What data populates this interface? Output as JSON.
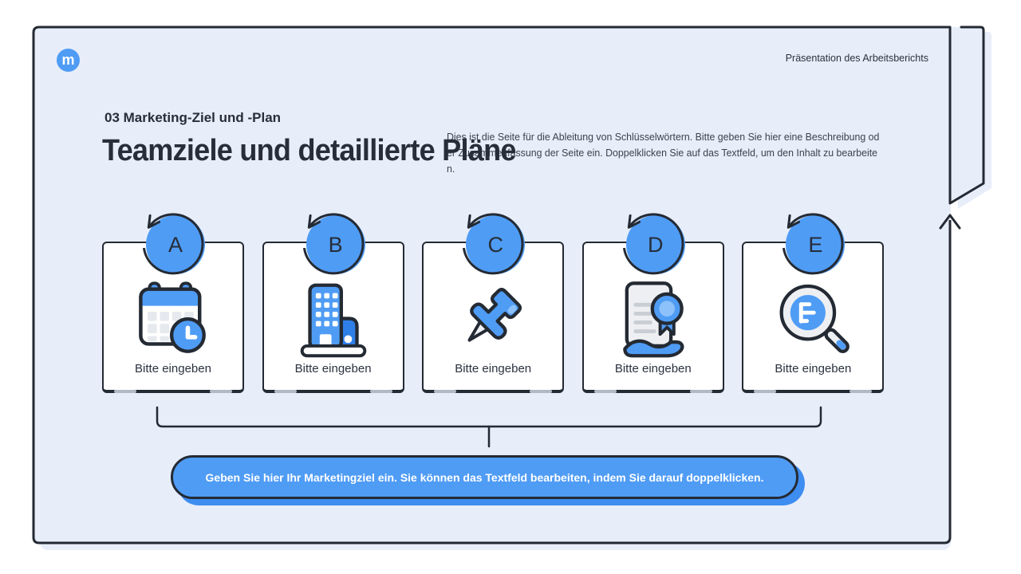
{
  "brand": {
    "letter": "m"
  },
  "header": {
    "right_text": "Präsentation des Arbeitsberichts"
  },
  "heading": {
    "kicker": "03 Marketing-Ziel und -Plan",
    "title": "Teamziele und detaillierte Pläne"
  },
  "description": {
    "full_text": "Dies ist die Seite für die Ableitung von Schlüsselwörtern. Bitte geben Sie hier eine Beschreibung oder Zusammenfassung der Seite ein. Doppelklicken Sie auf das Textfeld, um den Inhalt zu bearbeiten.",
    "lines": [
      "Dies ist die Seite für die Ableitung von Schlüsselwörtern. Bitte geben Sie hier eine Beschreibung od",
      "er Zusammenfassung der Seite ein. Doppelklicken Sie auf das Textfeld, um den Inhalt zu bearbeite",
      "n."
    ]
  },
  "cards": [
    {
      "letter": "A",
      "label": "Bitte eingeben",
      "icon": "calendar-clock"
    },
    {
      "letter": "B",
      "label": "Bitte eingeben",
      "icon": "building"
    },
    {
      "letter": "C",
      "label": "Bitte eingeben",
      "icon": "pushpin"
    },
    {
      "letter": "D",
      "label": "Bitte eingeben",
      "icon": "certificate"
    },
    {
      "letter": "E",
      "label": "Bitte eingeben",
      "icon": "magnifier-report"
    }
  ],
  "cta": {
    "text": "Geben Sie hier Ihr Marketingziel ein. Sie können das Textfeld bearbeiten, indem Sie darauf doppelklicken."
  },
  "colors": {
    "accent": "#4f9cf5",
    "accent_dark": "#3e8df0",
    "panel_bg": "#e7edf9",
    "ink": "#242a33"
  }
}
